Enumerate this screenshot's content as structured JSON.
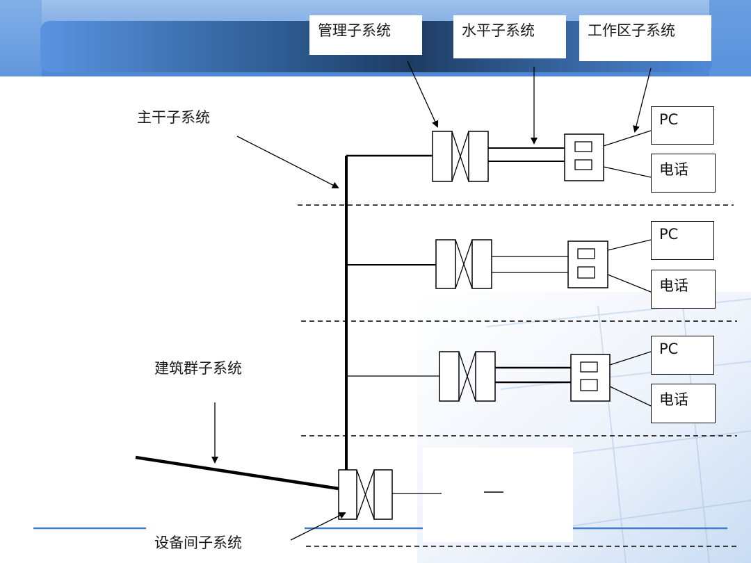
{
  "labels": {
    "management": "管理子系统",
    "horizontal": "水平子系统",
    "work_area": "工作区子系统",
    "backbone": "主干子系统",
    "campus": "建筑群子系统",
    "equipment_room": "设备间子系统"
  },
  "floors": [
    {
      "pc": "PC",
      "phone": "电话"
    },
    {
      "pc": "PC",
      "phone": "电话"
    },
    {
      "pc": "PC",
      "phone": "电话"
    }
  ],
  "colors": {
    "banner_dark": "#1d3c63",
    "banner_light": "#5a93e0",
    "accent_line": "#3d7ad1",
    "line": "#000000"
  }
}
